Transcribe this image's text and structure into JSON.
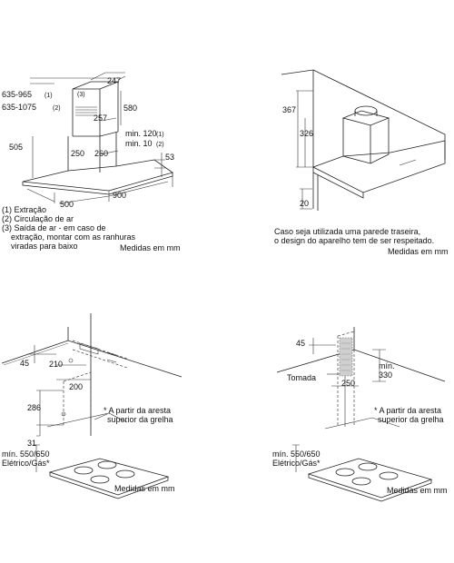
{
  "panel_tl": {
    "dims": {
      "d247": "247",
      "d635_965": "635-965",
      "sup1": "(1)",
      "d635_1075": "635-1075",
      "sup2": "(2)",
      "sup3": "(3)",
      "d257": "257",
      "d580": "580",
      "d505": "505",
      "min120": "min. 120",
      "min10": "min. 10",
      "d250": "250",
      "d260": "260",
      "d53": "53",
      "d500": "500",
      "d900": "900"
    },
    "legend": [
      "(1) Extração",
      "(2) Circulação de ar",
      "(3) Saída de ar - em caso de",
      "extração, montar com as ranhuras",
      "viradas para baixo"
    ],
    "units": "Medidas em mm"
  },
  "panel_tr": {
    "dims": {
      "d367": "367",
      "d326": "326",
      "d20": "20"
    },
    "note": [
      "Caso seja utilizada uma parede traseira,",
      "o design do aparelho tem de ser respeitado."
    ],
    "units": "Medidas em mm"
  },
  "panel_bl": {
    "dims": {
      "d45": "45",
      "d210": "210",
      "d200": "200",
      "d286": "286",
      "d31": "31"
    },
    "note": [
      "* A partir da aresta",
      "superior da grelha"
    ],
    "min_dist": [
      "mín. 550/650",
      "Elétrico/Gás*"
    ],
    "units": "Medidas em mm"
  },
  "panel_br": {
    "dims": {
      "d45": "45",
      "d250": "250",
      "min": "mín.",
      "d330": "330"
    },
    "socket": "Tomada",
    "note": [
      "* A partir da aresta",
      "superior da grelha"
    ],
    "min_dist": [
      "mín. 550/650",
      "Elétrico/Gás*"
    ],
    "units": "Medidas em mm"
  }
}
